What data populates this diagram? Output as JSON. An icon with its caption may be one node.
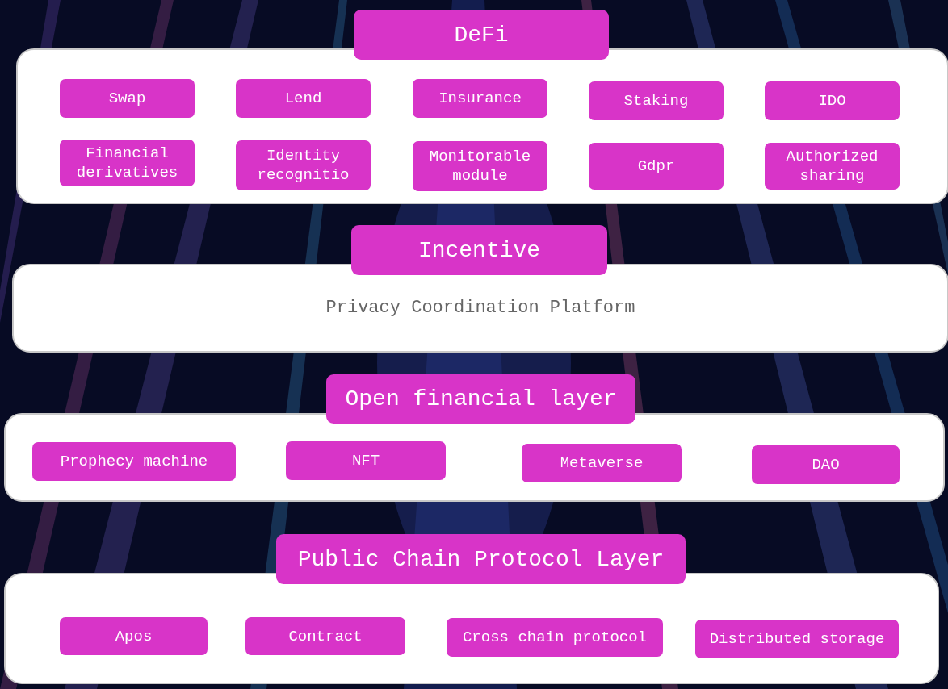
{
  "diagram": {
    "nodes": [
      {
        "text": [
          "DeFi"
        ]
      },
      {
        "text": [
          "Swap"
        ],
        "in": 0
      },
      {
        "text": [
          "Lend"
        ],
        "in": 0
      },
      {
        "text": [
          "Insurance"
        ],
        "in": 0
      },
      {
        "text": [
          "Staking"
        ],
        "in": 0
      },
      {
        "text": [
          "IDO"
        ],
        "in": 0
      },
      {
        "text": [
          "Financial derivatives"
        ],
        "in": 0
      },
      {
        "text": [
          "Identity recognitio"
        ],
        "in": 0
      },
      {
        "text": [
          "Monitorable module"
        ],
        "in": 0
      },
      {
        "text": [
          "Gdpr"
        ],
        "in": 0
      },
      {
        "text": [
          "Authorized sharing"
        ],
        "in": 0
      },
      {
        "text": [
          "Incentive",
          "Privacy Coordination Platform"
        ]
      },
      {
        "text": [
          "Open financial layer"
        ]
      },
      {
        "text": [
          "Prophecy machine"
        ],
        "in": 12
      },
      {
        "text": [
          "NFT"
        ],
        "in": 12
      },
      {
        "text": [
          "Metaverse"
        ],
        "in": 12
      },
      {
        "text": [
          "DAO"
        ],
        "in": 12
      },
      {
        "text": [
          "Public Chain Protocol Layer"
        ]
      },
      {
        "text": [
          "Apos"
        ],
        "in": 17
      },
      {
        "text": [
          "Contract"
        ],
        "in": 17
      },
      {
        "text": [
          "Cross chain protocol"
        ],
        "in": 17
      },
      {
        "text": [
          "Distributed storage"
        ],
        "in": 17
      }
    ],
    "edges": []
  }
}
